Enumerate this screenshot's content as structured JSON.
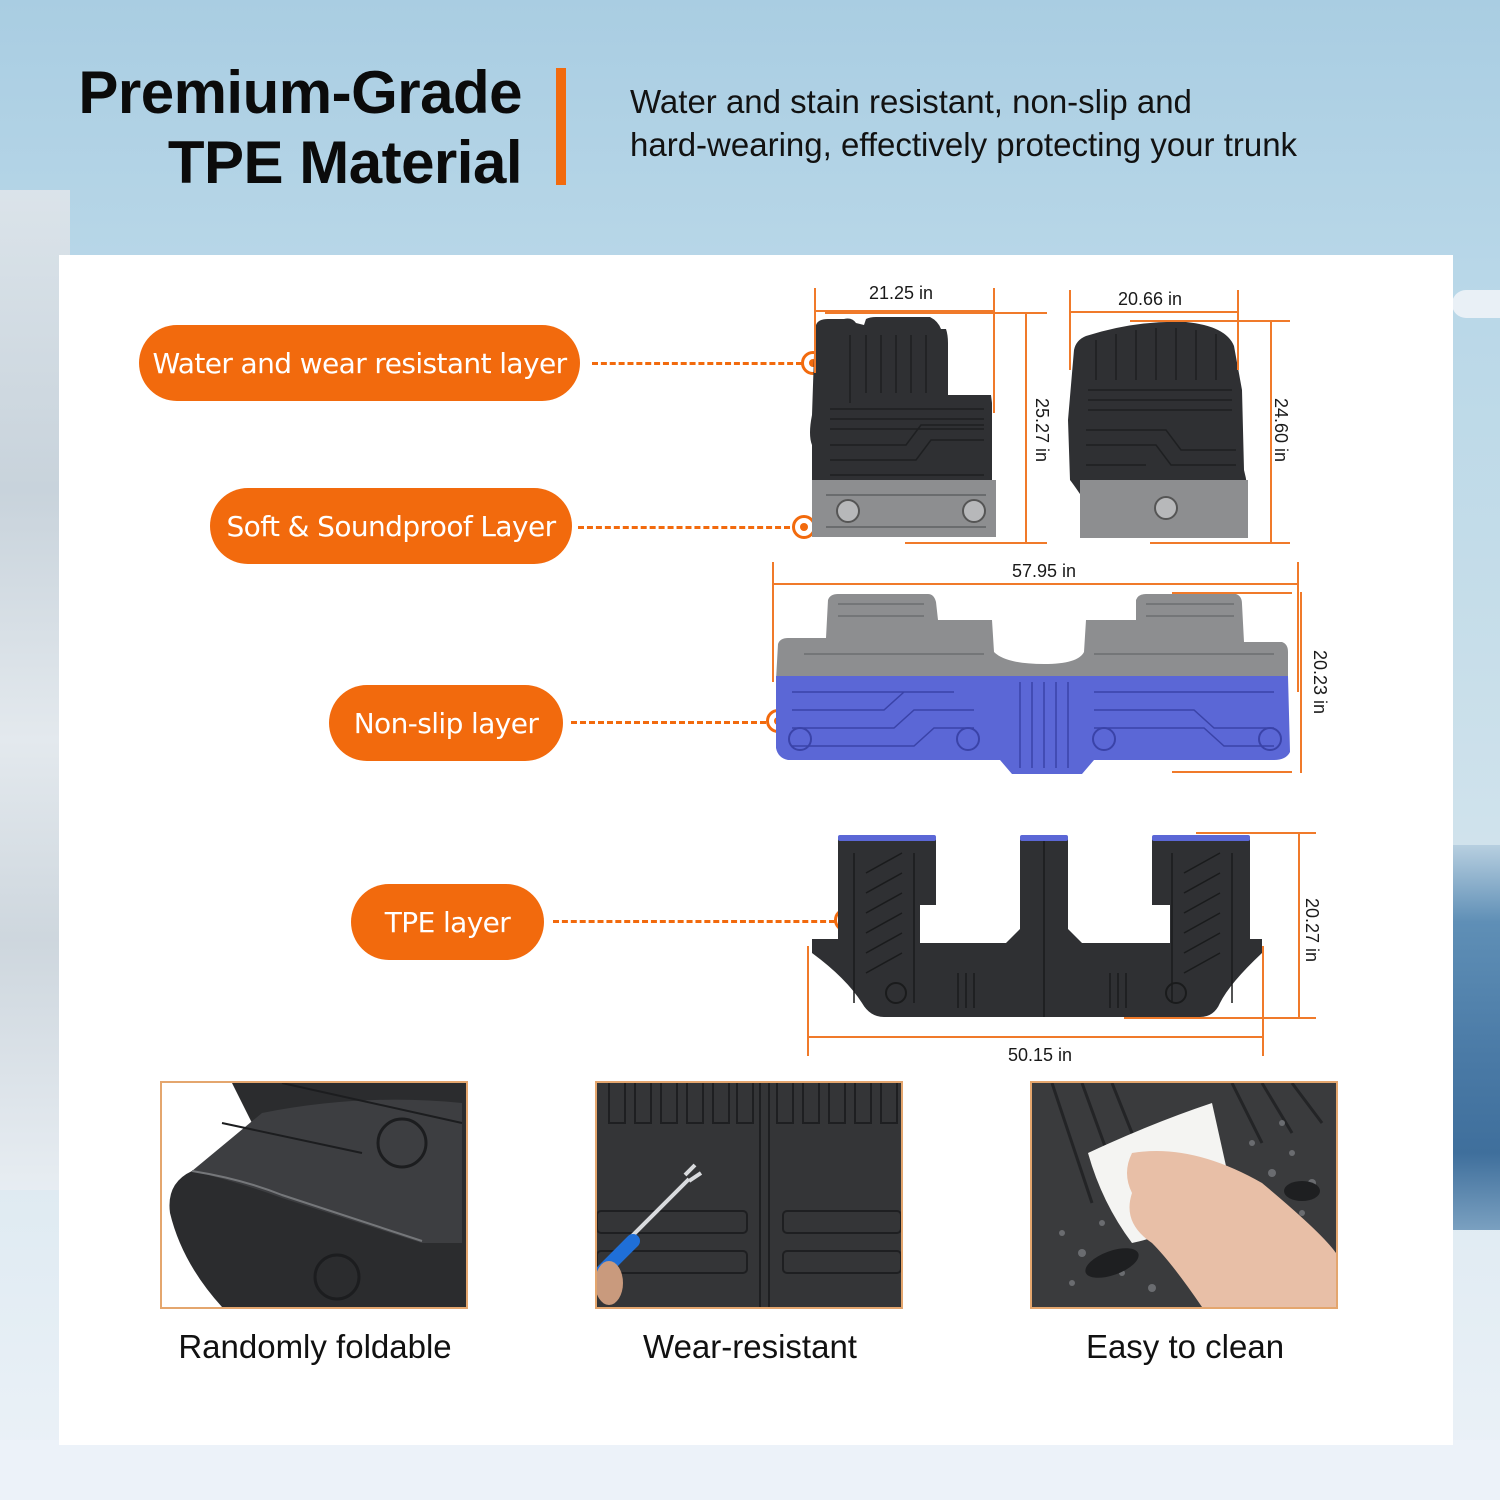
{
  "header": {
    "title_line1": "Premium-Grade",
    "title_line2": "TPE Material",
    "subtitle_line1": "Water and stain resistant, non-slip and",
    "subtitle_line2": "hard-wearing, effectively protecting your trunk"
  },
  "colors": {
    "accent": "#f26a0d",
    "non_slip_blue": "#5b67d6",
    "mat_black": "#2f3033",
    "mat_gray": "#8d8e90"
  },
  "layers": [
    {
      "label": "Water and wear resistant layer"
    },
    {
      "label": "Soft & Soundproof Layer"
    },
    {
      "label": "Non-slip layer"
    },
    {
      "label": "TPE layer"
    }
  ],
  "dimensions": {
    "driver_mat": {
      "width": "21.25 in",
      "height": "25.27 in"
    },
    "passenger_mat": {
      "width": "20.66 in",
      "height": "24.60 in"
    },
    "second_row_mat": {
      "width": "57.95 in",
      "height": "20.23 in"
    },
    "third_row_mat": {
      "width": "50.15 in",
      "height": "20.27 in"
    }
  },
  "features": [
    {
      "caption": "Randomly foldable",
      "image": "folded-mat-photo"
    },
    {
      "caption": "Wear-resistant",
      "image": "screwdriver-scratch-photo"
    },
    {
      "caption": "Easy to clean",
      "image": "hand-wiping-photo"
    }
  ]
}
